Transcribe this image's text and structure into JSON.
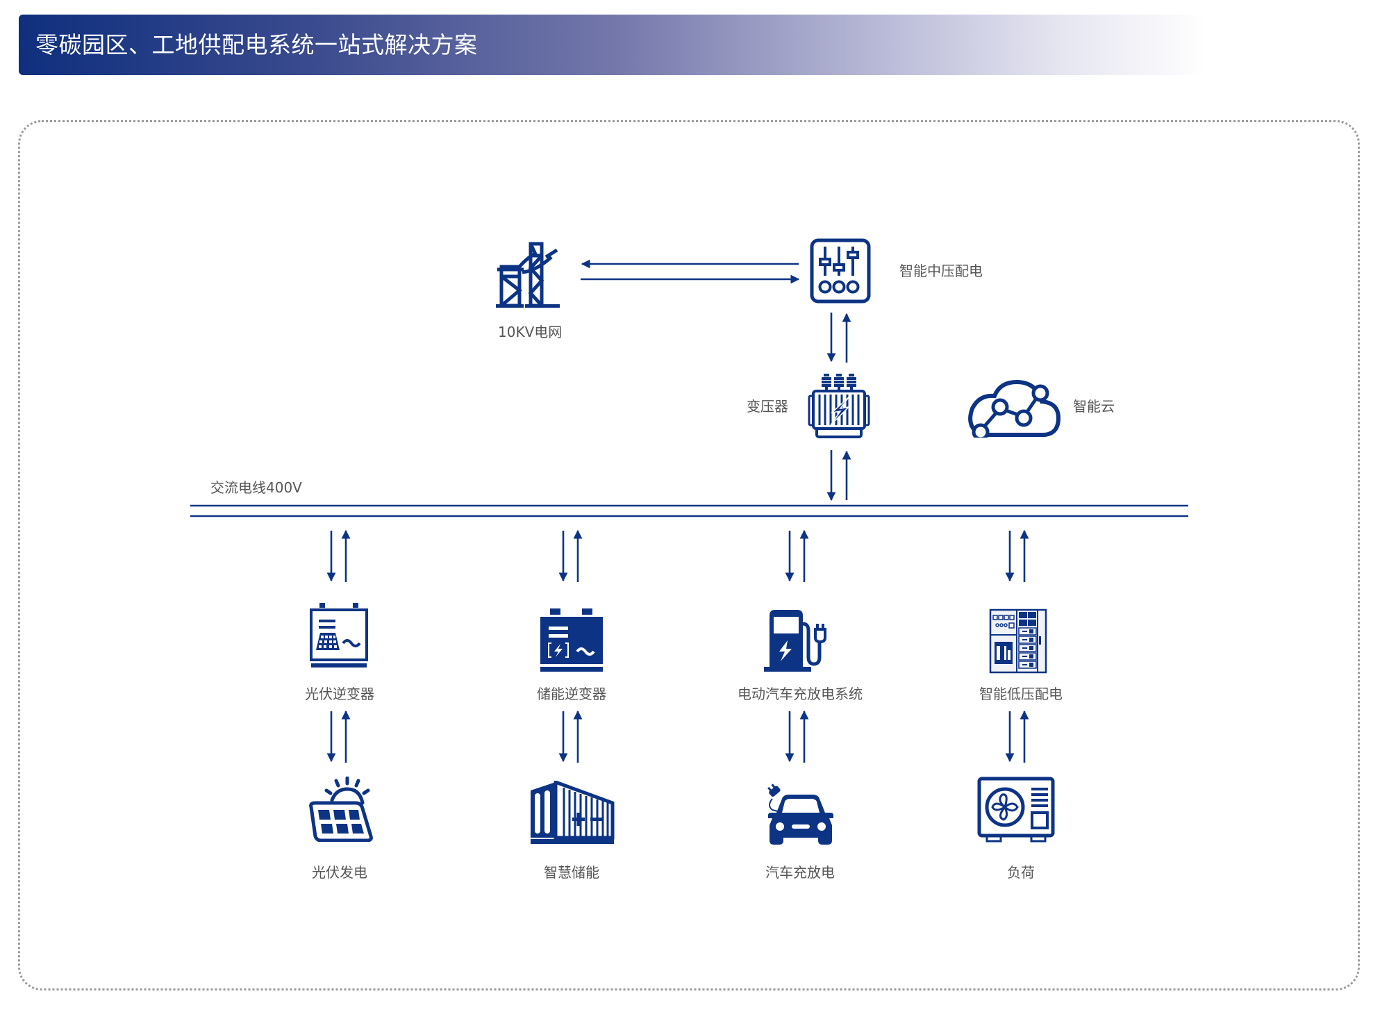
{
  "header": {
    "title": "零碳园区、工地供配电系统一站式解决方案"
  },
  "colors": {
    "primary": "#0d3384",
    "label": "#555555",
    "frame_border": "#9a9a9a"
  },
  "top_section": {
    "grid": {
      "label": "10KV电网",
      "icon": "transmission-tower-icon"
    },
    "mv_switchgear": {
      "label": "智能中压配电",
      "icon": "switchgear-sliders-icon"
    },
    "transformer": {
      "label": "变压器",
      "icon": "transformer-icon"
    },
    "cloud": {
      "label": "智能云",
      "icon": "smart-cloud-icon"
    }
  },
  "bus": {
    "label": "交流电线400V"
  },
  "columns": [
    {
      "middle": {
        "label": "光伏逆变器",
        "icon": "pv-inverter-icon"
      },
      "bottom": {
        "label": "光伏发电",
        "icon": "solar-panel-icon"
      }
    },
    {
      "middle": {
        "label": "储能逆变器",
        "icon": "storage-inverter-icon"
      },
      "bottom": {
        "label": "智慧储能",
        "icon": "energy-storage-container-icon"
      }
    },
    {
      "middle": {
        "label": "电动汽车充放电系统",
        "icon": "ev-charger-icon"
      },
      "bottom": {
        "label": "汽车充放电",
        "icon": "electric-car-icon"
      }
    },
    {
      "middle": {
        "label": "智能低压配电",
        "icon": "lv-cabinet-icon"
      },
      "bottom": {
        "label": "负荷",
        "icon": "ac-outdoor-unit-icon"
      }
    }
  ]
}
